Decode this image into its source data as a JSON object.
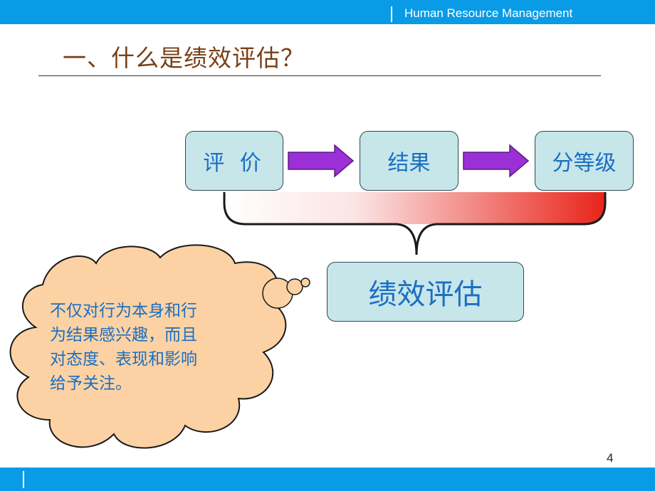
{
  "header": {
    "brand": "Human Resource Management"
  },
  "slide": {
    "title": "一、什么是绩效评估？",
    "page_number": "4"
  },
  "flow": {
    "steps": [
      "评 价",
      "结果",
      "分等级"
    ],
    "result": "绩效评估"
  },
  "note": {
    "lines": [
      "不仅对行为本身和行",
      "为结果感兴趣，而且",
      "对态度、表现和影响",
      "给予关注。"
    ]
  },
  "colors": {
    "bar": "#0a9be6",
    "title": "#7a3f18",
    "box_fill": "#c6e6ea",
    "box_text": "#1b6ec2",
    "arrow": "#9b30d6",
    "brace_end": "#e8241a",
    "cloud_fill": "#fcd2a4"
  }
}
